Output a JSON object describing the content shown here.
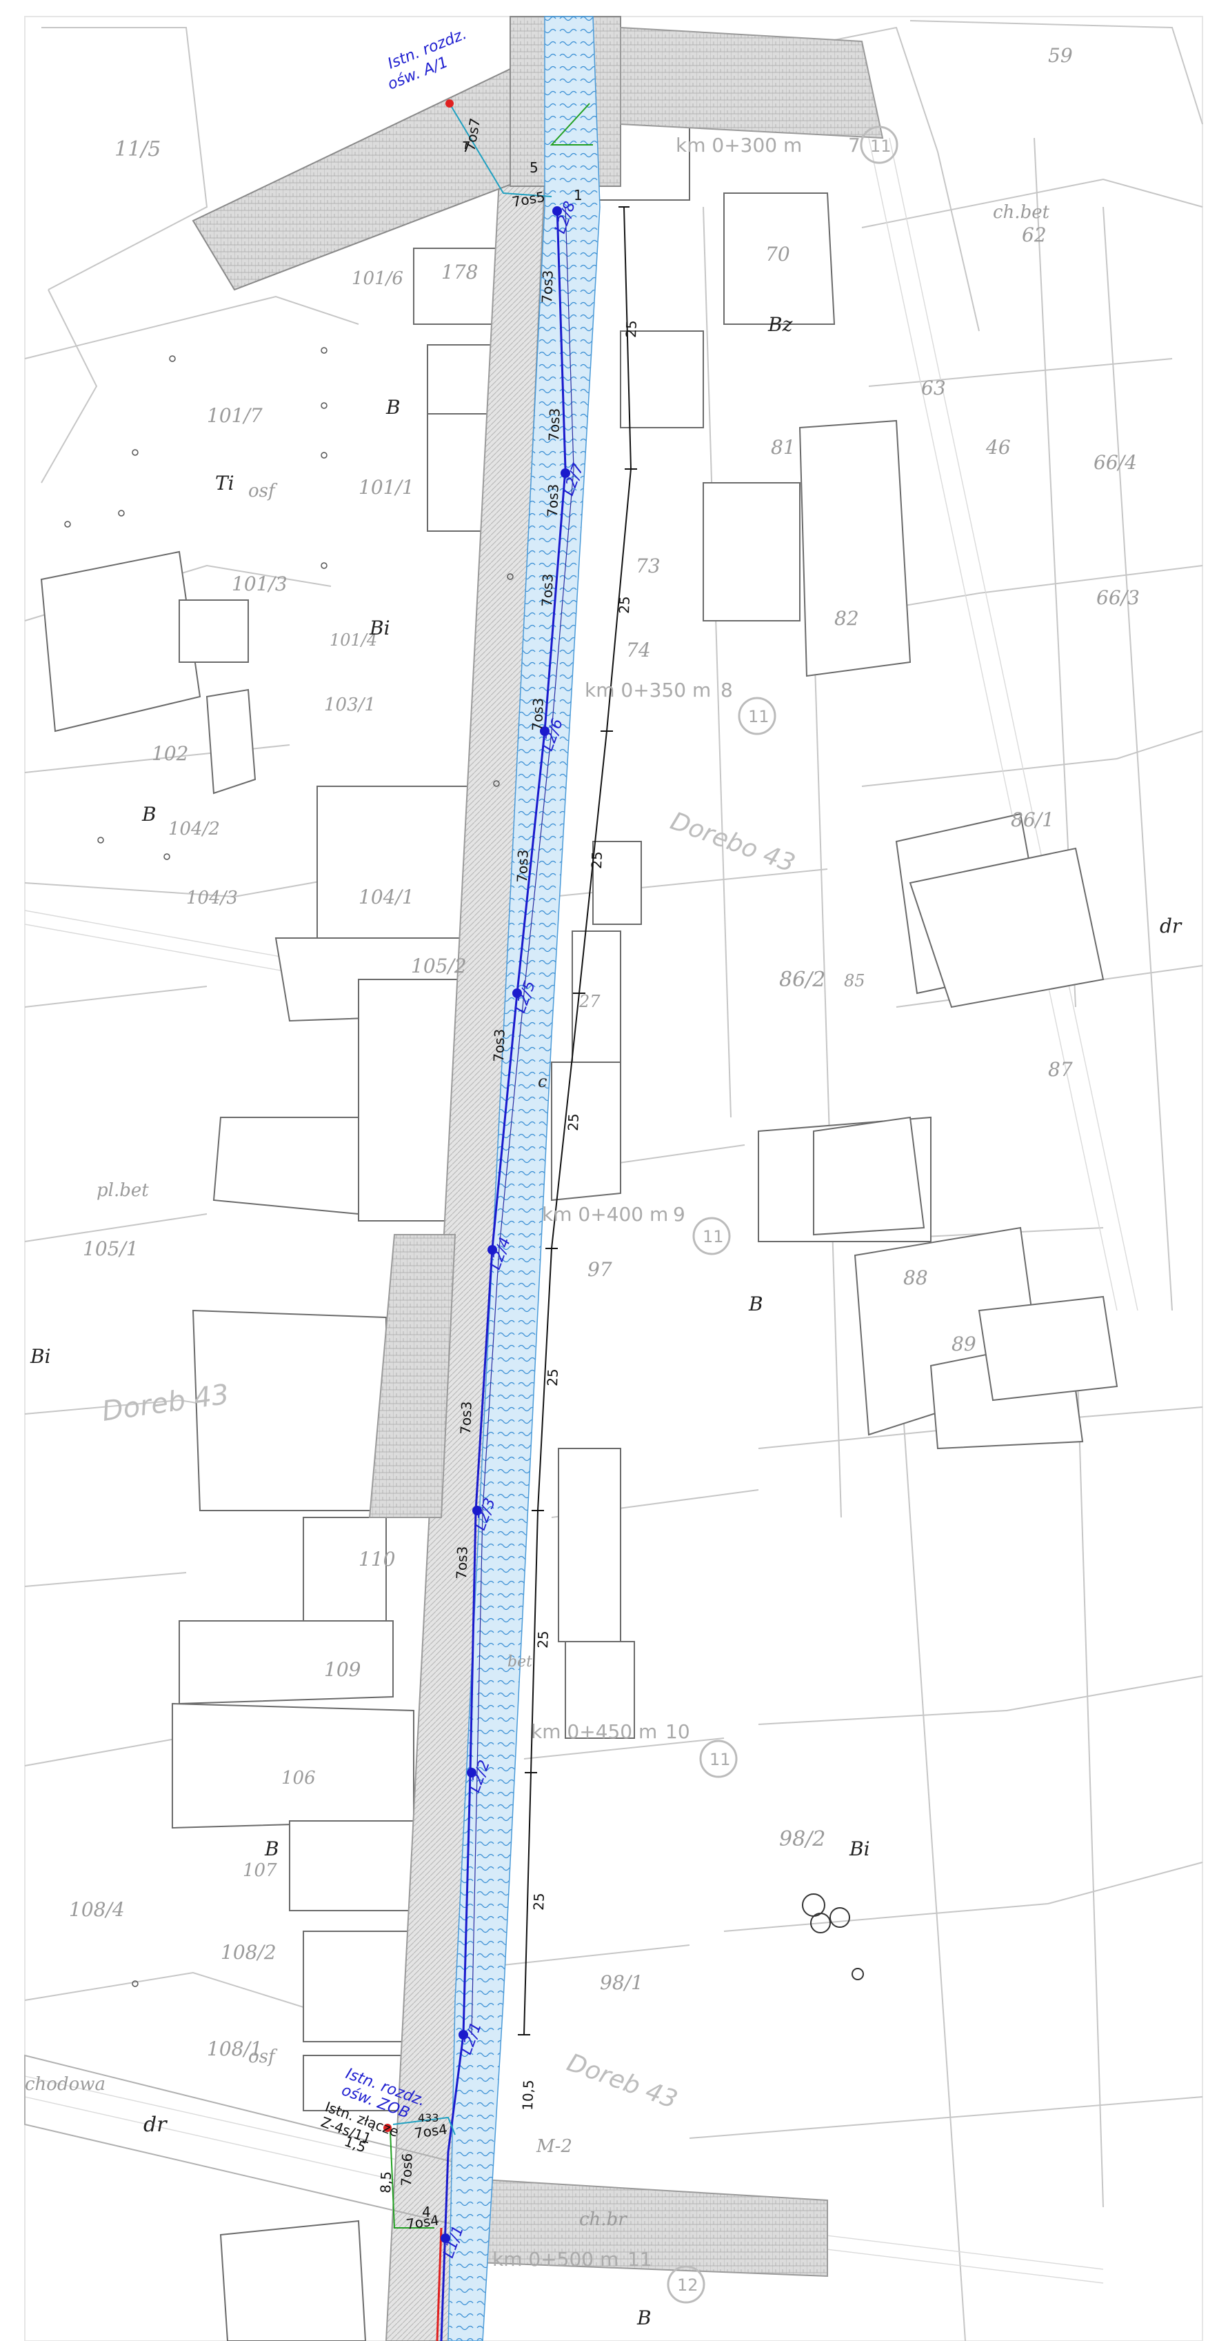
{
  "colors": {
    "paper": "#ffffff",
    "grid_line": "#c8c8c8",
    "building_outline": "#555555",
    "road_hatch": "#d4d4d4",
    "water": "#cfe6f7",
    "water_wave": "#3a8fd4",
    "cable": "#1a1acc",
    "label_blue": "#2020d0",
    "marker_red": "#e02020",
    "chainage": "#aaaaaa"
  },
  "chainage": [
    {
      "label": "km 0+300 m",
      "num": "7",
      "circle": "11"
    },
    {
      "label": "km 0+350 m",
      "num": "8",
      "circle": "11"
    },
    {
      "label": "km 0+400 m",
      "num": "9",
      "circle": "11"
    },
    {
      "label": "km 0+450 m",
      "num": "10",
      "circle": "11"
    },
    {
      "label": "km 0+500 m",
      "num": "11",
      "circle": "12"
    }
  ],
  "poles": [
    "L2/8",
    "L2/7",
    "L2/6",
    "L2/5",
    "L2/4",
    "L2/3",
    "L2/2",
    "L2/1",
    "L1/1"
  ],
  "callouts": {
    "top_line1": "Istn. rozdz.",
    "top_line2": "ośw. A/1",
    "bottom_line1": "Istn. rozdz.",
    "bottom_line2": "ośw. ZOB",
    "bottom_line3": "Istn. złącze",
    "bottom_line4": "Z-4s/11"
  },
  "cable_codes": {
    "os7": "7os7",
    "os5": "7os5",
    "os3": "7os3",
    "os4": "7os4",
    "os6": "7os6"
  },
  "dimensions": {
    "d25": "25",
    "d105": "10,5",
    "d5": "5",
    "d7": "7",
    "d1": "1",
    "d4": "4",
    "d15": "1,5",
    "d85": "8,5",
    "d433": "433"
  },
  "parcels": {
    "p11_5": "11/5",
    "p101_7": "101/7",
    "p101_6": "101/6",
    "p101_1": "101/1",
    "p101_3": "101/3",
    "p101_4": "101/4",
    "p103_1": "103/1",
    "p102": "102",
    "p104_2": "104/2",
    "p104_3": "104/3",
    "p104_1": "104/1",
    "p105_2": "105/2",
    "p105_1": "105/1",
    "p110": "110",
    "p109": "109",
    "p106": "106",
    "p107": "107",
    "p108_4": "108/4",
    "p108_2": "108/2",
    "p108_1": "108/1",
    "p59": "59",
    "p62": "62",
    "p70": "70",
    "p63": "63",
    "p46": "46",
    "p66_4": "66/4",
    "p66_3": "66/3",
    "p81": "81",
    "p82": "82",
    "p73": "73",
    "p74": "74",
    "p86_1": "86/1",
    "p86_2": "86/2",
    "p87": "87",
    "p88": "88",
    "p89": "89",
    "p97": "97",
    "p98_2": "98/2",
    "p98_1": "98/1",
    "p178": "178",
    "p85": "85",
    "p27": "27"
  },
  "land_use": {
    "B": "B",
    "Bi": "Bi",
    "Ti": "Ti",
    "Bz": "Bz",
    "dr": "dr",
    "osf": "osf",
    "bet": "bet",
    "plbet": "pl.bet",
    "chbet": "ch.bet",
    "dorebtop": "Dorebo 43",
    "doreb43": "Doreb 43",
    "doreb43b": "Doreb 43",
    "chodowa": "chodowa",
    "mz": "M-2",
    "ch": "ch.br",
    "c": "c"
  }
}
